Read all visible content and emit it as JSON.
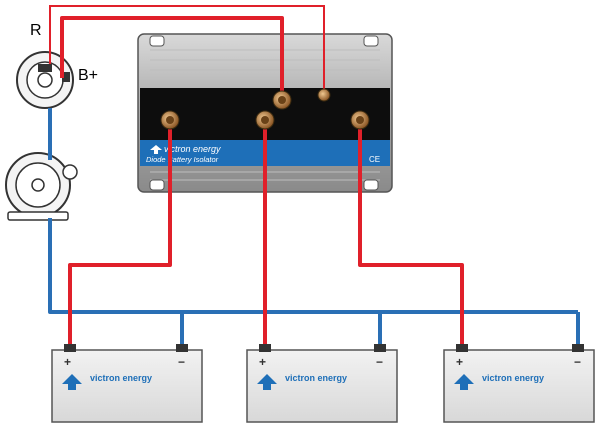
{
  "labels": {
    "terminal_r": "R",
    "terminal_b_plus": "B+"
  },
  "isolator": {
    "brand": "victron energy",
    "product": "Diode Battery Isolator",
    "mark": "CE"
  },
  "batteries": [
    {
      "brand": "victron energy",
      "positive": "+",
      "negative": "−"
    },
    {
      "brand": "victron energy",
      "positive": "+",
      "negative": "−"
    },
    {
      "brand": "victron energy",
      "positive": "+",
      "negative": "−"
    }
  ],
  "colors": {
    "positive_wire": "#e0202a",
    "negative_wire": "#2a6fb5",
    "isolator_band": "#1e6fb8",
    "battery_body": "#e6e6e6",
    "terminal_gold": "#b07a3a"
  },
  "icons": {
    "brand_logo": "victron-logo-icon"
  }
}
